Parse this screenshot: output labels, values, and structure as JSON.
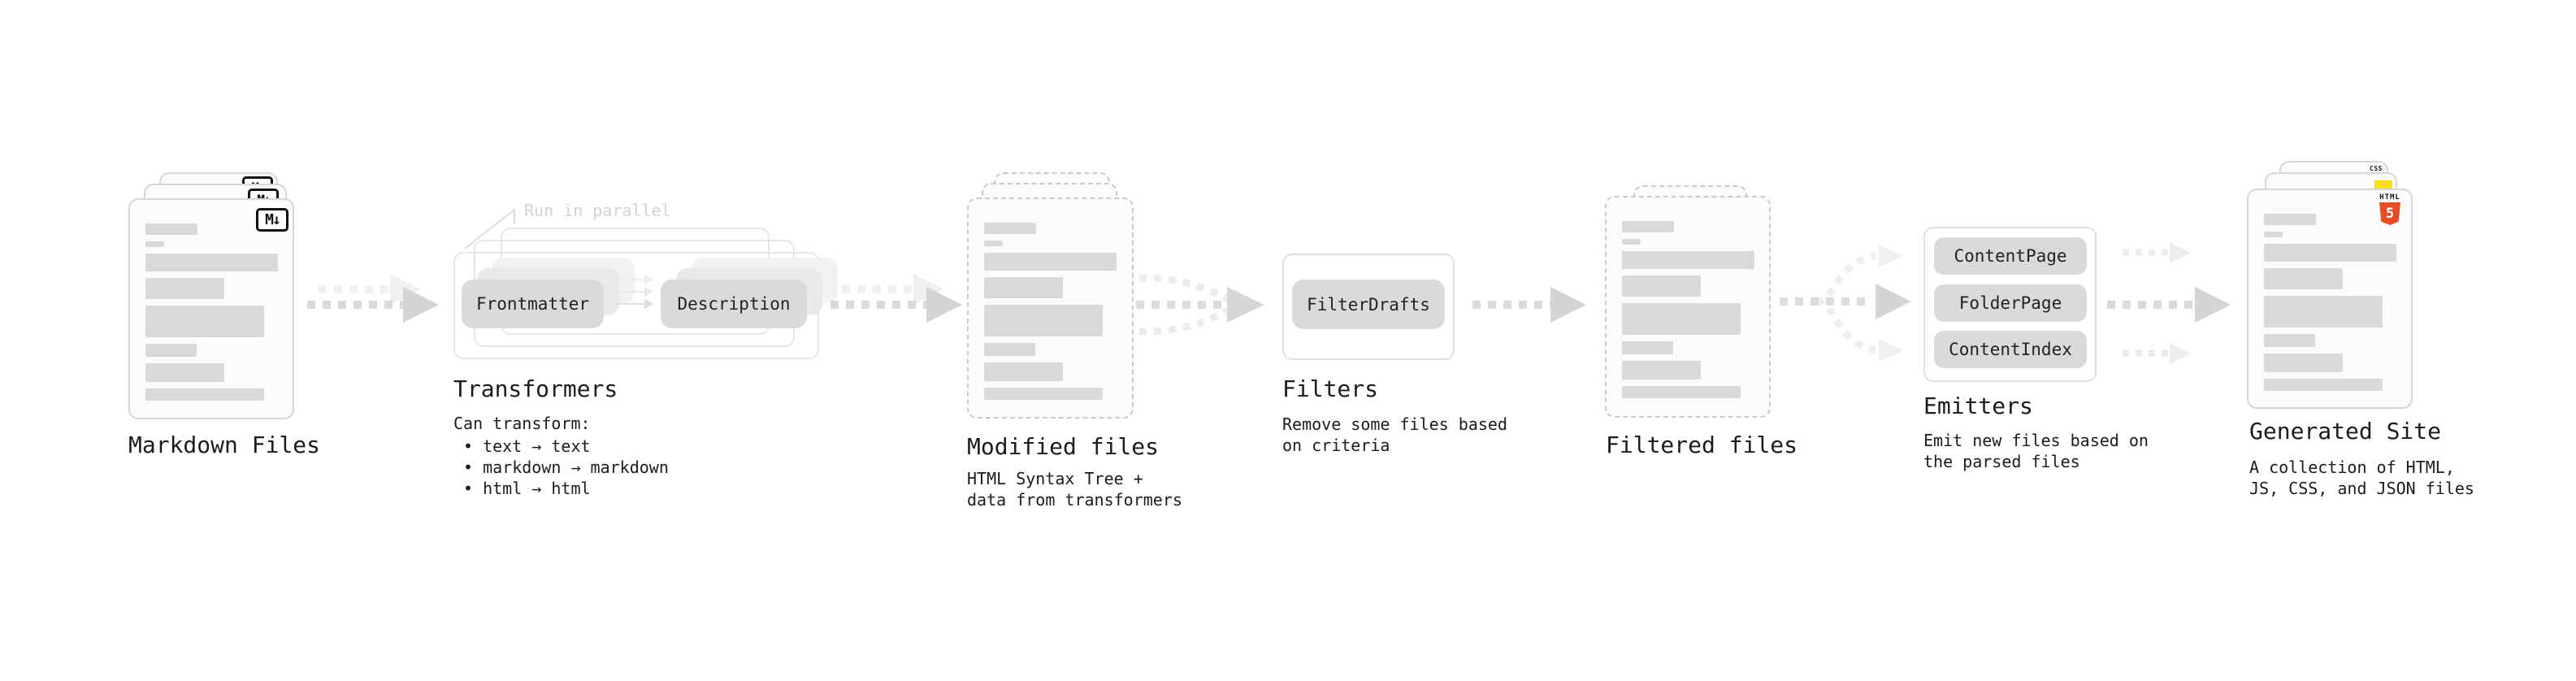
{
  "markdown_files": {
    "label": "Markdown Files",
    "icon_label": "M↓"
  },
  "transformers": {
    "title": "Transformers",
    "annotation": "Run in parallel",
    "boxes": [
      "Frontmatter",
      "Description"
    ],
    "body_heading": "Can transform:",
    "bullets": [
      "• text → text",
      "• markdown → markdown",
      "• html → html"
    ]
  },
  "modified_files": {
    "label": "Modified files",
    "description": "HTML Syntax Tree +\ndata from transformers"
  },
  "filters": {
    "title": "Filters",
    "boxes": [
      "FilterDrafts"
    ],
    "description": "Remove some files based\non criteria"
  },
  "filtered_files": {
    "label": "Filtered files"
  },
  "emitters": {
    "title": "Emitters",
    "boxes": [
      "ContentPage",
      "FolderPage",
      "ContentIndex"
    ],
    "description": "Emit new files based on\nthe parsed files"
  },
  "generated_site": {
    "label": "Generated Site",
    "description": "A collection of HTML,\nJS, CSS, and JSON files",
    "html5_badge": {
      "title": "HTML",
      "number": "5"
    },
    "css_badge_label": "CSS"
  },
  "colors": {
    "html5_orange": "#e44d26",
    "js_yellow": "#f7df1e",
    "css_blue": "#2d53e5",
    "card_border": "#d6d6d6",
    "dashed_border": "#cbcbcb",
    "gray_box": "#dadada",
    "placeholder_bar": "#d9d9d9",
    "arrow_gray": "#d9d9d9",
    "text_dark": "#1c1c1c",
    "annotation_gray": "#d2d2d2"
  }
}
